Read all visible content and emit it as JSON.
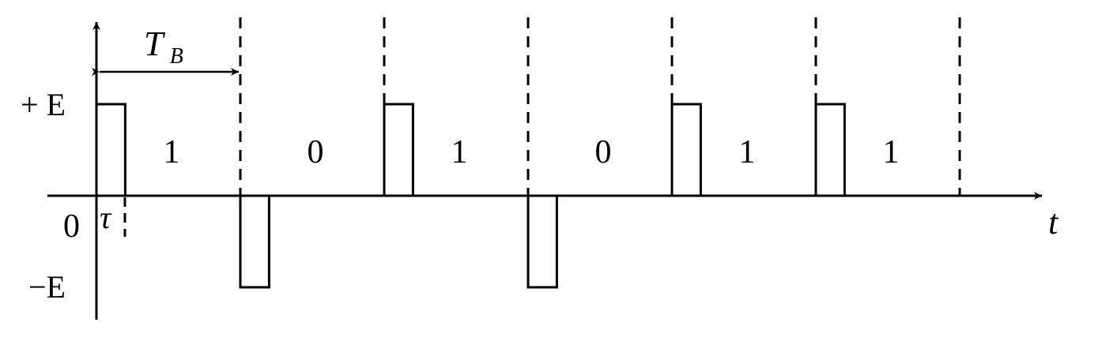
{
  "colors": {
    "stroke": "#000000",
    "background": "#ffffff"
  },
  "axes": {
    "y_pos_label": "+ E",
    "y_neg_label": "−E",
    "origin_label": "0",
    "x_label": "t",
    "period_label_main": "T",
    "period_label_sub": "B",
    "pulse_width_label": "τ"
  },
  "bits": [
    "1",
    "0",
    "1",
    "0",
    "1",
    "1"
  ],
  "pulse_levels": [
    1,
    -1,
    1,
    -1,
    1,
    1
  ],
  "pulse_width_fraction": 0.2
}
